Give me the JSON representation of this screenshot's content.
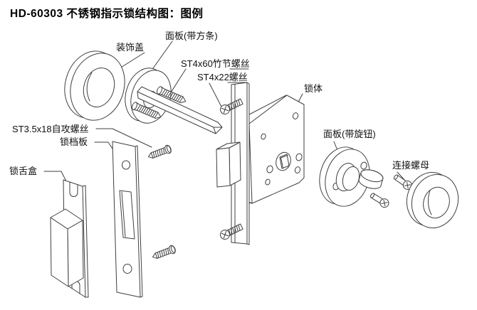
{
  "title": "HD-60303 不锈钢指示锁结构图：图例",
  "labels": {
    "panel_square_bar": "面板(带方条)",
    "decorative_cover": "装饰盖",
    "bamboo_screw": "ST4x60竹节螺丝",
    "screw_st4x22": "ST4x22螺丝",
    "lock_body": "锁体",
    "self_tapping_screw": "ST3.5x18自攻螺丝",
    "strike_plate": "锁档板",
    "latch_box": "锁舌盒",
    "panel_knob": "面板(带旋钮)",
    "connecting_nut": "连接螺母"
  },
  "colors": {
    "line": "#3f3f3f",
    "text": "#111111",
    "title": "#000000",
    "background": "#ffffff"
  }
}
